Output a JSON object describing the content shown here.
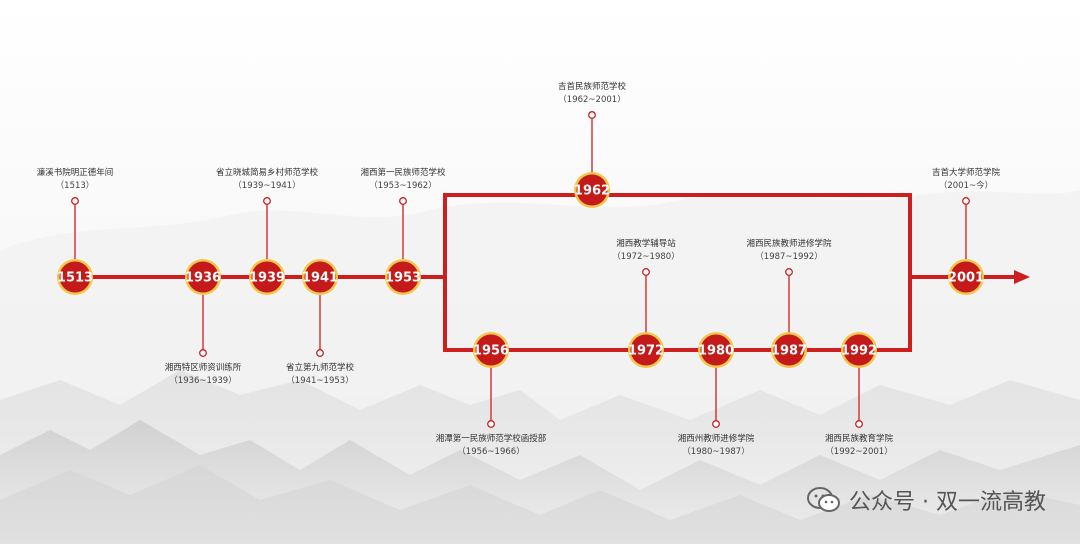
{
  "colors": {
    "line": "#cc1f1f",
    "node": "#c41a1a",
    "node_ring": "#f1c64a",
    "pin": "#cc1f1f"
  },
  "nodes": [
    {
      "year": "1513",
      "name": "濂溪书院明正德年间",
      "range": "（1513）"
    },
    {
      "year": "1936",
      "name": "湘西特区师资训练所",
      "range": "（1936~1939）"
    },
    {
      "year": "1939",
      "name": "省立晓城简易乡村师范学校",
      "range": "（1939~1941）"
    },
    {
      "year": "1941",
      "name": "省立第九师范学校",
      "range": "（1941~1953）"
    },
    {
      "year": "1953",
      "name": "湘西第一民族师范学校",
      "range": "（1953~1962）"
    },
    {
      "year": "1956",
      "name": "湘潭第一民族师范学校函授部",
      "range": "（1956~1966）"
    },
    {
      "year": "1962",
      "name": "吉首民族师范学校",
      "range": "（1962~2001）"
    },
    {
      "year": "1972",
      "name": "湘西教学辅导站",
      "range": "（1972~1980）"
    },
    {
      "year": "1980",
      "name": "湘西州教师进修学院",
      "range": "（1980~1987）"
    },
    {
      "year": "1987",
      "name": "湘西民族教师进修学院",
      "range": "（1987~1992）"
    },
    {
      "year": "1992",
      "name": "湘西民族教育学院",
      "range": "（1992~2001）"
    },
    {
      "year": "2001",
      "name": "吉首大学师范学院",
      "range": "（2001~今）"
    }
  ],
  "watermark": {
    "icon": "wechat-icon",
    "text": "公众号 · 双一流高教"
  }
}
